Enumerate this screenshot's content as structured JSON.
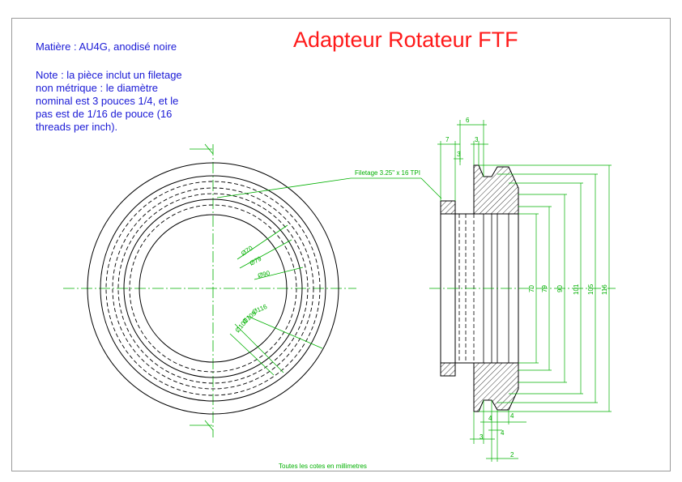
{
  "title": "Adapteur Rotateur FTF",
  "material": "Matière : AU4G, anodisé noire",
  "note_lines": [
    "Note : la pièce inclut un filetage",
    "non métrique : le diamètre",
    "nominal est 3 pouces 1/4, et le",
    "pas est de 1/16 de pouce (16",
    "threads per inch)."
  ],
  "footer": "Toutes les cotes en millimetres",
  "thread_label": "Filetage 3.25\" x 16 TPI",
  "front_view_dims": {
    "d70": "Ø70",
    "d79": "Ø79",
    "d90": "Ø90",
    "d116": "Ø116",
    "d105": "Ø105",
    "d101": "Ø101"
  },
  "side_view_dims": {
    "top_6": "6",
    "top_7": "7",
    "top_3a": "3",
    "top_3b": "3",
    "v70": "70",
    "v79": "79",
    "v90": "90",
    "v101": "101",
    "v105": "105",
    "v116": "116",
    "bot_4a": "4",
    "bot_4b": "4",
    "bot_3": "3",
    "bot_4c": "4",
    "bot_2": "2"
  },
  "colors": {
    "title": "#ff1a1a",
    "notes": "#1a1ad6",
    "dimensions": "#00b000",
    "geometry": "#000000"
  }
}
